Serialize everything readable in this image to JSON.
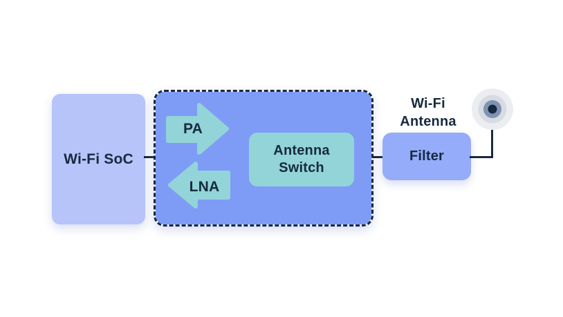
{
  "diagram": {
    "soc_label": "Wi-Fi SoC",
    "pa_label": "PA",
    "lna_label": "LNA",
    "switch_label": "Antenna Switch",
    "filter_label": "Filter",
    "antenna_label": "Wi-Fi Antenna"
  },
  "icons": {
    "pa_arrow": "right-arrow-icon",
    "lna_arrow": "left-arrow-icon",
    "antenna": "wifi-antenna-signal-icon"
  },
  "colors": {
    "page_bg": "#ffffff",
    "ink": "#16293f",
    "soc_fill": "#b6c4fa",
    "fem_fill": "#7e9cf6",
    "teal_fill": "#92d4d8",
    "filter_fill": "#95acfa",
    "antenna_ring_outer": "#ebedf1",
    "antenna_ring_mid": "#d7dbe2",
    "antenna_ring_inner": "#8093b2"
  }
}
